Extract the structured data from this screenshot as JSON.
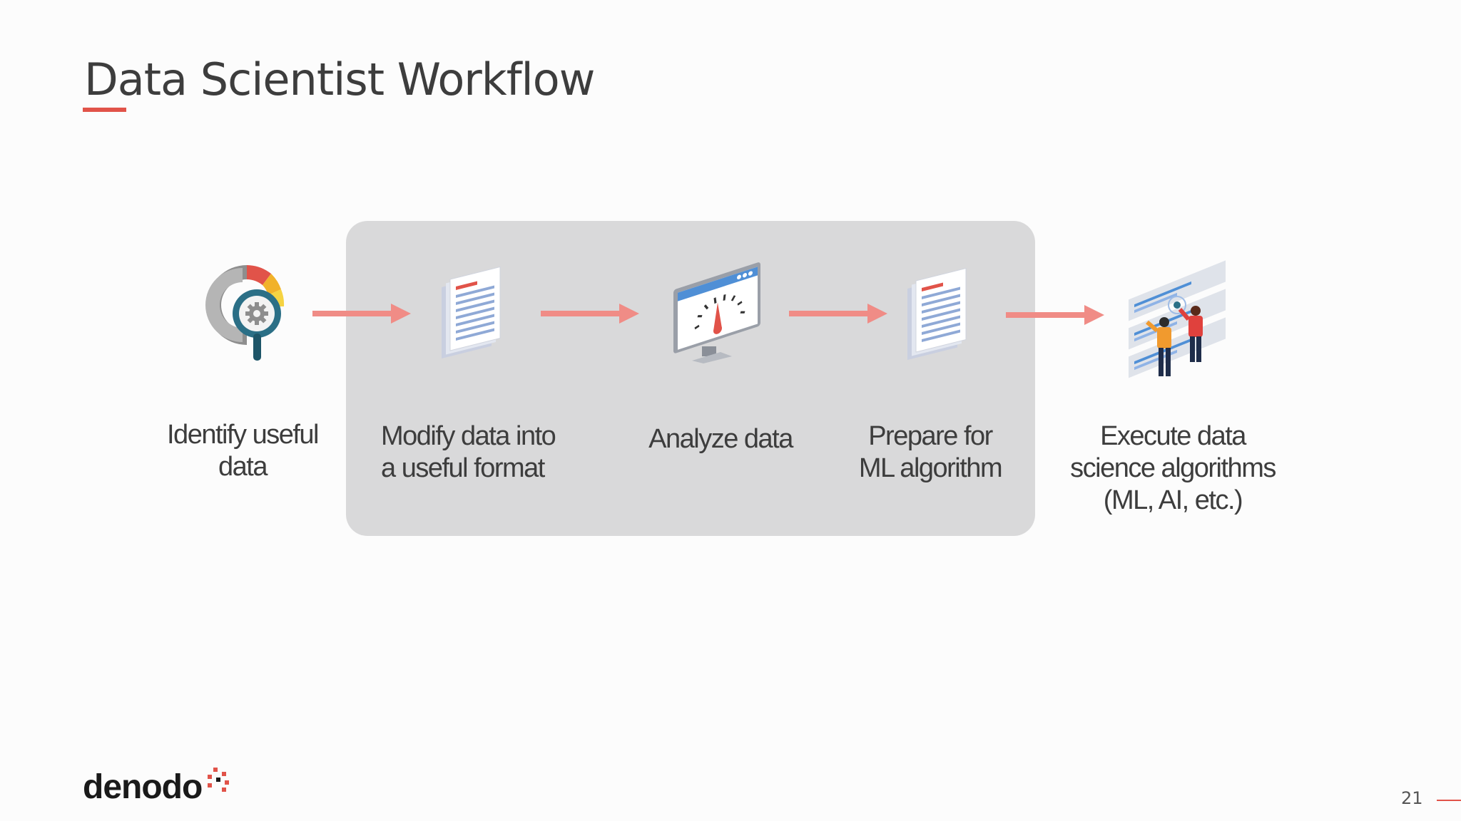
{
  "title": "Data Scientist Workflow",
  "steps": [
    {
      "label_lines": [
        "Identify useful",
        "data"
      ],
      "icon": "magnifier-gear-chart-icon"
    },
    {
      "label_lines": [
        "Modify data into",
        "a useful format"
      ],
      "icon": "documents-stack-icon"
    },
    {
      "label_lines": [
        "Analyze data"
      ],
      "icon": "monitor-gauge-icon"
    },
    {
      "label_lines": [
        "Prepare for",
        "ML algorithm"
      ],
      "icon": "documents-stack-icon"
    },
    {
      "label_lines": [
        "Execute data",
        "science algorithms",
        "(ML, AI, etc.)"
      ],
      "icon": "people-analyzing-screens-icon"
    }
  ],
  "arrow_color": "#f08c86",
  "accent_color": "#e15349",
  "box_color": "#d9d9da",
  "logo": {
    "text": "denodo",
    "icon": "denodo-dots-icon"
  },
  "page_number": "21"
}
